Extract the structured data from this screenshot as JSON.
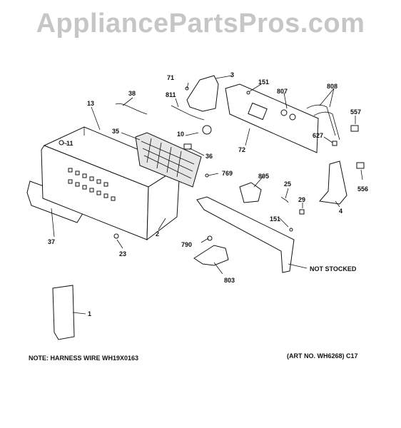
{
  "watermark": "AppliancePartsPros.com",
  "callouts": {
    "c1": "1",
    "c2": "2",
    "c3": "3",
    "c4": "4",
    "c10": "10",
    "c11": "11",
    "c13": "13",
    "c23": "23",
    "c25": "25",
    "c29": "29",
    "c35": "35",
    "c36": "36",
    "c37": "37",
    "c38": "38",
    "c71": "71",
    "c72": "72",
    "c151a": "151",
    "c151b": "151",
    "c556": "556",
    "c557": "557",
    "c627": "627",
    "c769": "769",
    "c790": "790",
    "c803": "803",
    "c805": "805",
    "c807": "807",
    "c808": "808",
    "c811": "811"
  },
  "labels": {
    "not_stocked": "NOT STOCKED",
    "note": "NOTE: HARNESS WIRE WH19X0163",
    "art_no": "(ART NO. WH6268) C17"
  }
}
